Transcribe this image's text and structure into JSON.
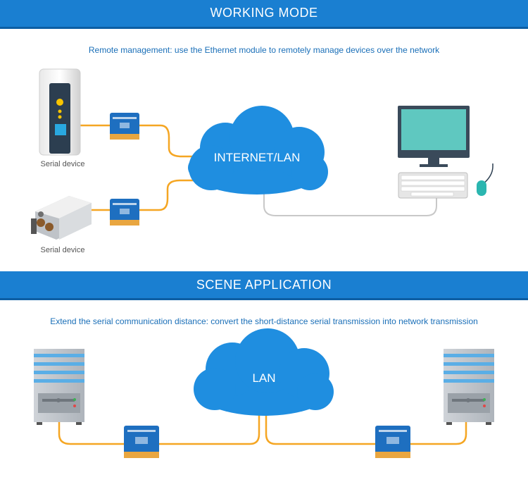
{
  "section1": {
    "title": "WORKING MODE",
    "subtitle": "Remote management: use the Ethernet module to remotely manage devices over the network",
    "device1_label": "Serial device",
    "device2_label": "Serial device",
    "cloud_label": "INTERNET/LAN"
  },
  "section2": {
    "title": "SCENE APPLICATION",
    "subtitle": "Extend the serial communication distance: convert the short-distance serial transmission into network transmission",
    "cloud_label": "LAN"
  },
  "colors": {
    "banner": "#1a7fd1",
    "cable": "#f5a623",
    "cloud": "#1f8ee0",
    "monitor": "#5fc8c0"
  }
}
